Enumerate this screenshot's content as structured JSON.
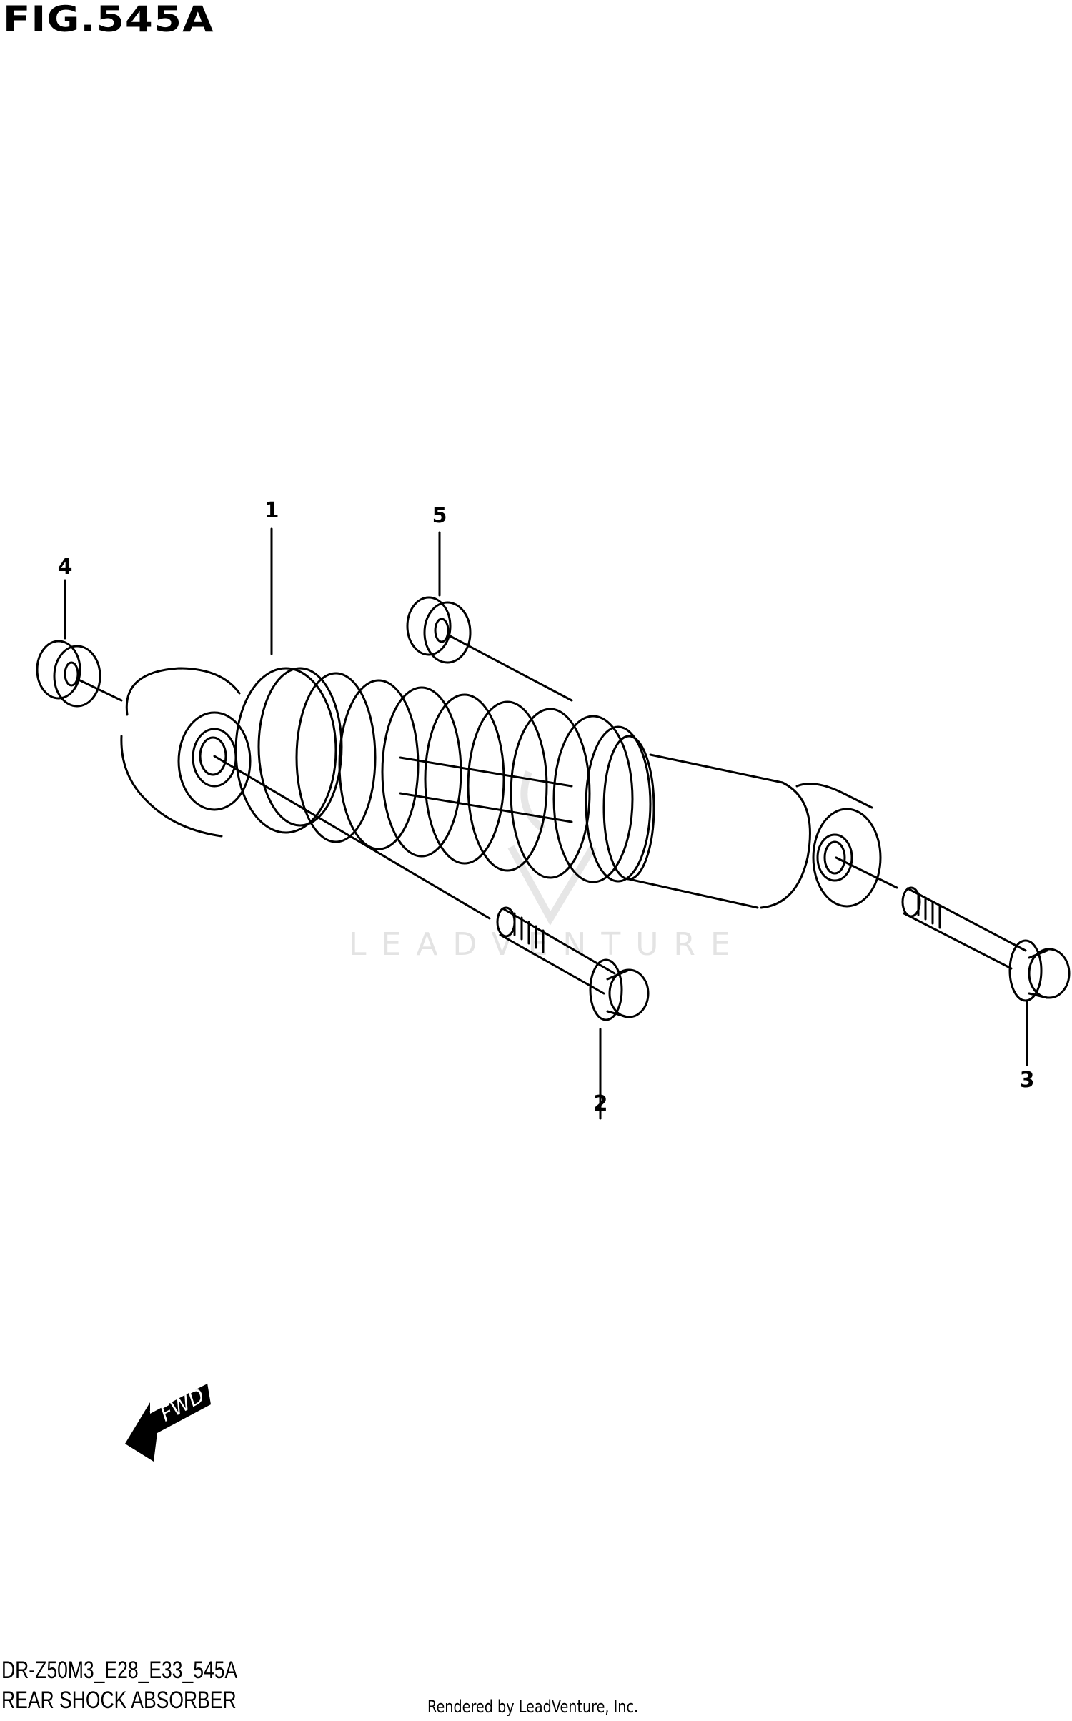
{
  "figure": {
    "title": "FIG.545A",
    "watermark": "LEADVENTURE",
    "direction_indicator": {
      "label": "FWD",
      "icon": "forward-arrow-icon"
    }
  },
  "callouts": [
    {
      "number": "1",
      "part": "rear-shock-absorber"
    },
    {
      "number": "2",
      "part": "upper-mounting-bolt"
    },
    {
      "number": "3",
      "part": "lower-mounting-bolt"
    },
    {
      "number": "4",
      "part": "upper-flange-nut"
    },
    {
      "number": "5",
      "part": "lower-flange-nut"
    }
  ],
  "footer": {
    "diagram_code": "DR-Z50M3_E28_E33_545A",
    "diagram_name": "REAR SHOCK ABSORBER",
    "credit": "Rendered by LeadVenture, Inc."
  }
}
